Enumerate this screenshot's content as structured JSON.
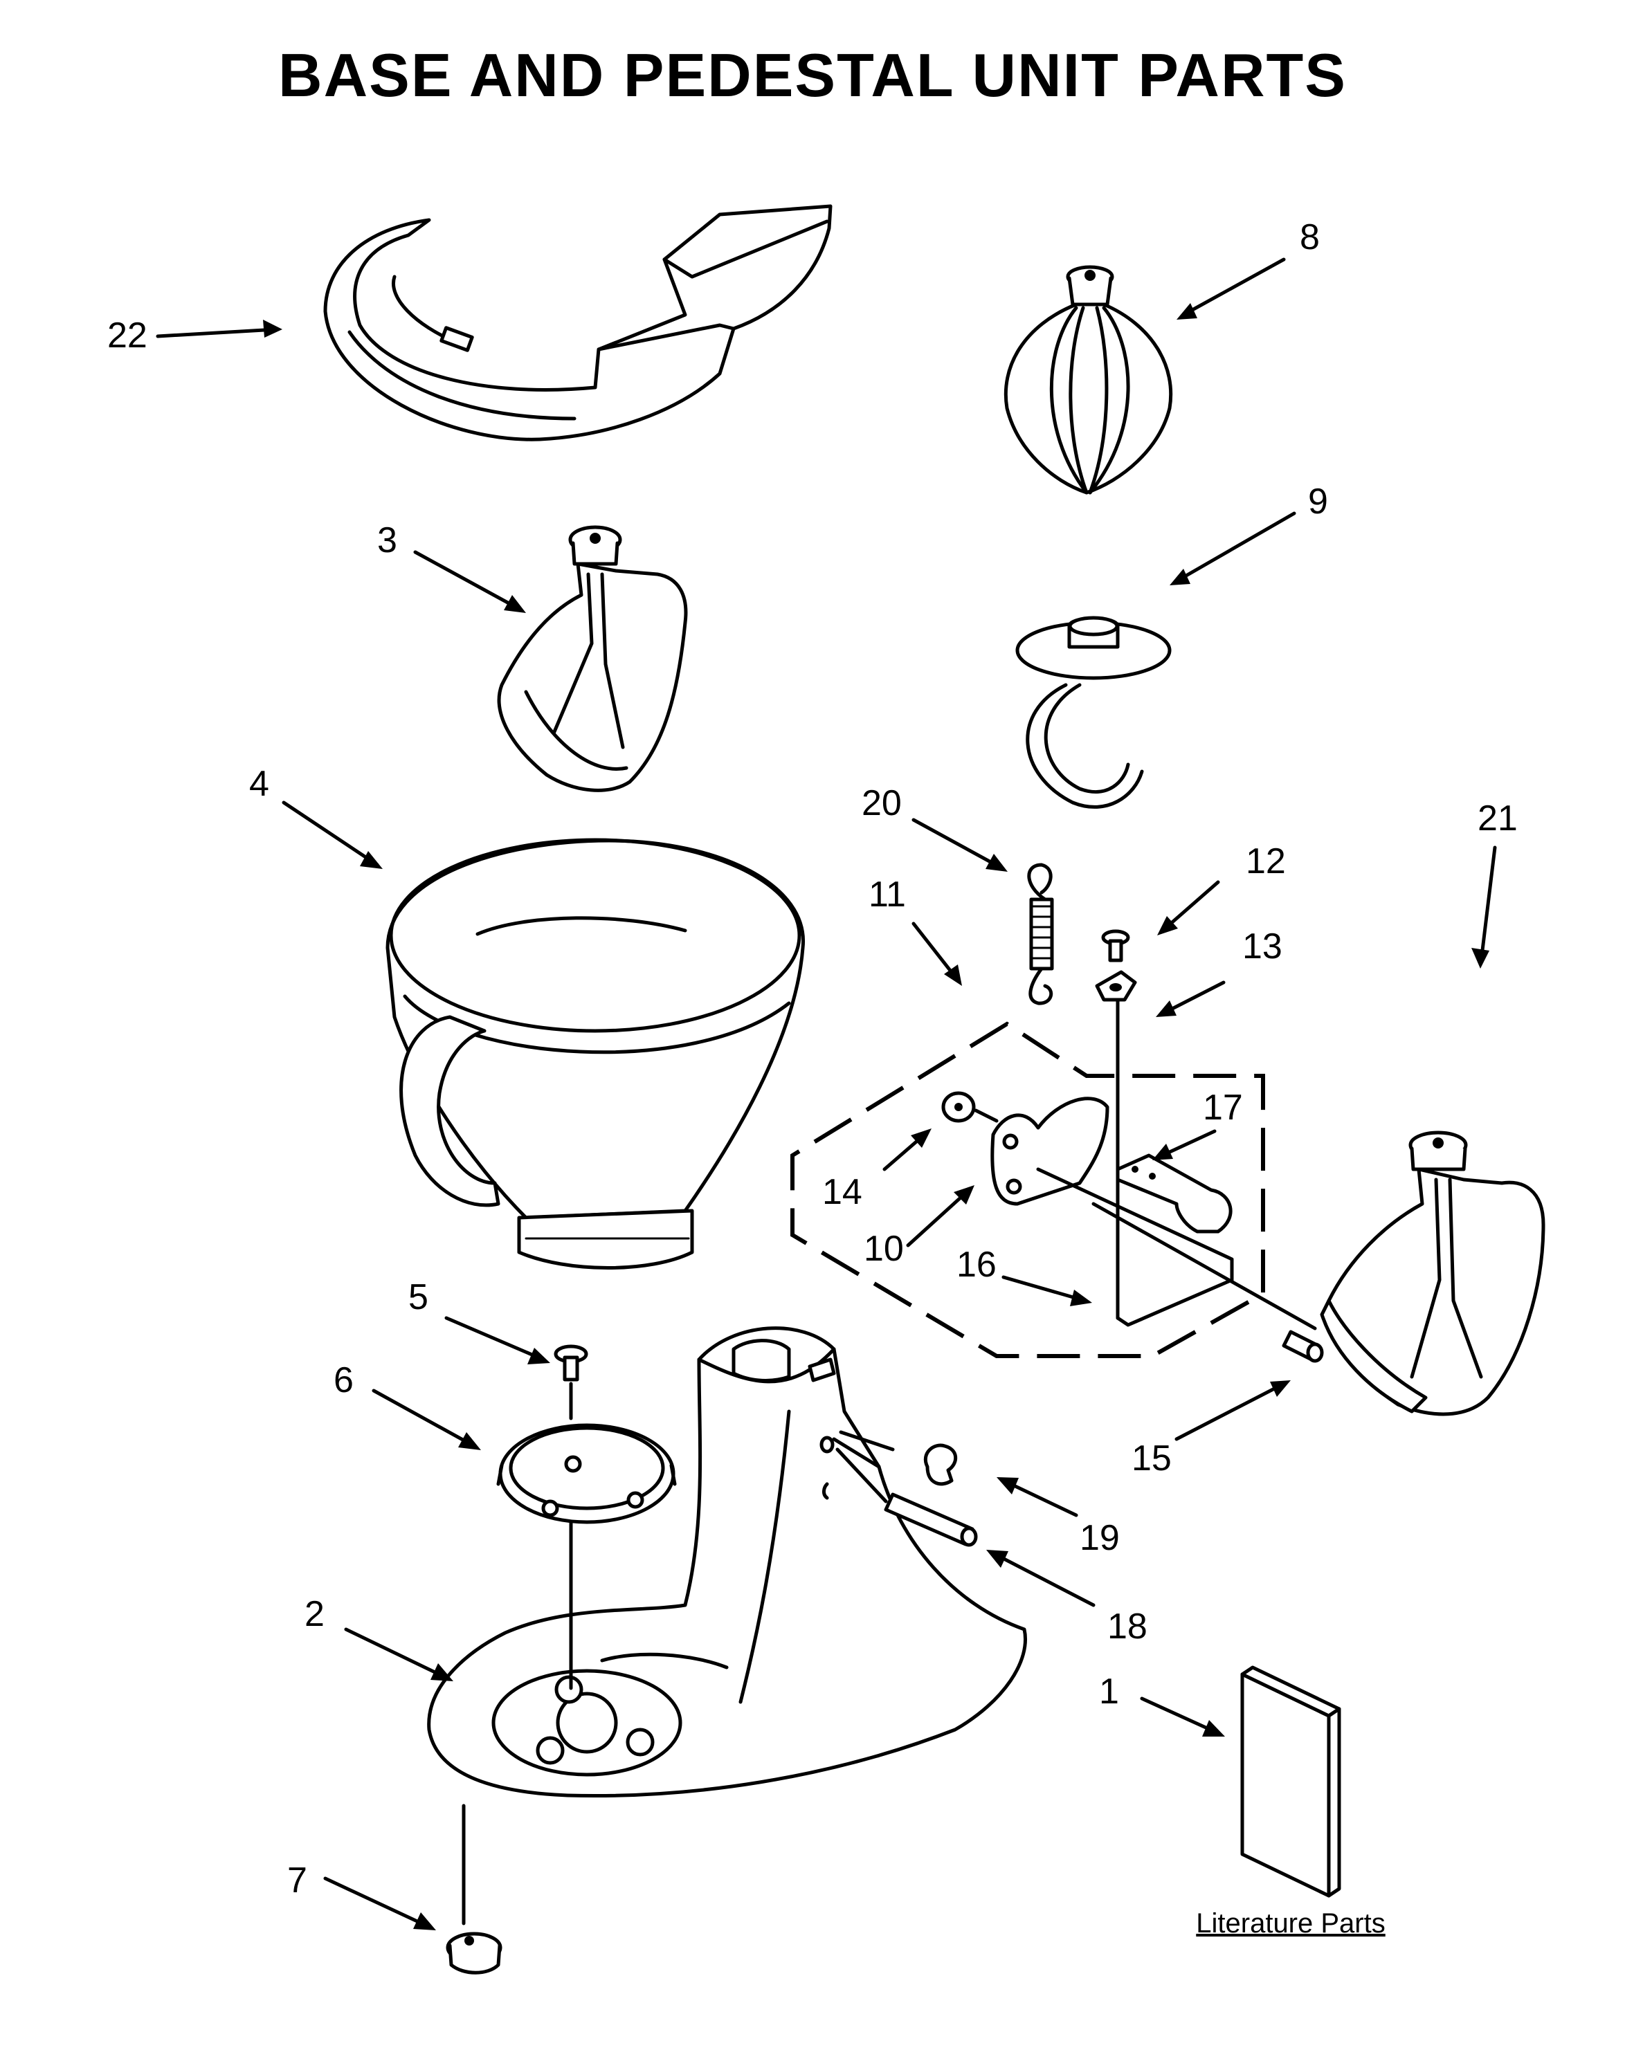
{
  "title": "BASE AND PEDESTAL UNIT PARTS",
  "literature_label": "Literature Parts",
  "callouts": [
    {
      "key": "p1",
      "number": "1",
      "part": "literature"
    },
    {
      "key": "p2",
      "number": "2",
      "part": "pedestal-base"
    },
    {
      "key": "p3",
      "number": "3",
      "part": "flat-beater"
    },
    {
      "key": "p4",
      "number": "4",
      "part": "mixing-bowl"
    },
    {
      "key": "p5",
      "number": "5",
      "part": "screw"
    },
    {
      "key": "p6",
      "number": "6",
      "part": "bowl-clamp-plate"
    },
    {
      "key": "p7",
      "number": "7",
      "part": "foot"
    },
    {
      "key": "p8",
      "number": "8",
      "part": "wire-whip"
    },
    {
      "key": "p9",
      "number": "9",
      "part": "dough-hook"
    },
    {
      "key": "p10",
      "number": "10",
      "part": "lever-bracket"
    },
    {
      "key": "p11",
      "number": "11",
      "part": "lock-lever-assembly"
    },
    {
      "key": "p12",
      "number": "12",
      "part": "screw"
    },
    {
      "key": "p13",
      "number": "13",
      "part": "washer"
    },
    {
      "key": "p14",
      "number": "14",
      "part": "washer"
    },
    {
      "key": "p15",
      "number": "15",
      "part": "set-screw"
    },
    {
      "key": "p16",
      "number": "16",
      "part": "rod"
    },
    {
      "key": "p17",
      "number": "17",
      "part": "lock-lever"
    },
    {
      "key": "p18",
      "number": "18",
      "part": "hinge-pin"
    },
    {
      "key": "p19",
      "number": "19",
      "part": "retaining-clip"
    },
    {
      "key": "p20",
      "number": "20",
      "part": "spring"
    },
    {
      "key": "p21",
      "number": "21",
      "part": "flex-edge-beater"
    },
    {
      "key": "p22",
      "number": "22",
      "part": "pouring-shield"
    }
  ]
}
